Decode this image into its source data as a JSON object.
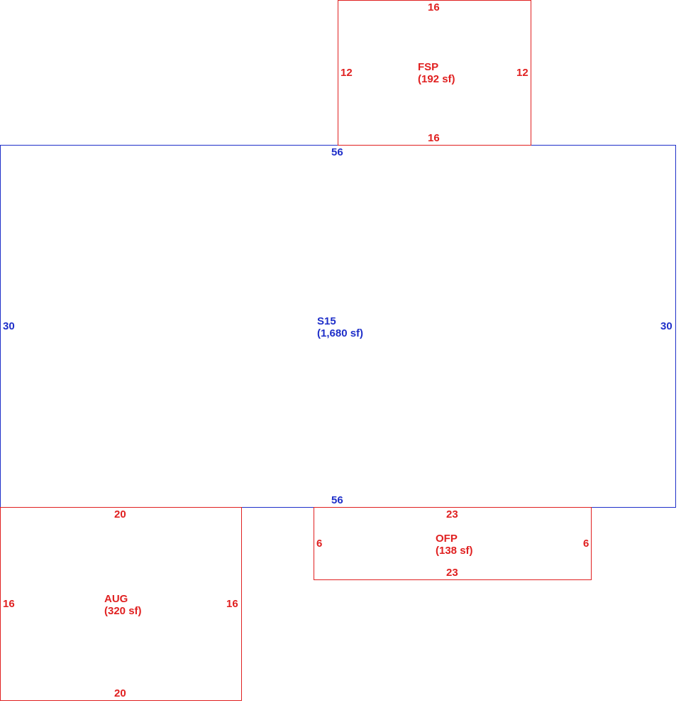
{
  "colors": {
    "addition": "#e02020",
    "main": "#1f2fc9"
  },
  "areas": {
    "fsp": {
      "code": "FSP",
      "area": "(192 sf)",
      "top": "16",
      "bottom": "16",
      "left": "12",
      "right": "12"
    },
    "s15": {
      "code": "S15",
      "area": "(1,680 sf)",
      "top": "56",
      "bottom": "56",
      "left": "30",
      "right": "30"
    },
    "aug": {
      "code": "AUG",
      "area": "(320 sf)",
      "top": "20",
      "bottom": "20",
      "left": "16",
      "right": "16"
    },
    "ofp": {
      "code": "OFP",
      "area": "(138 sf)",
      "top": "23",
      "bottom": "23",
      "left": "6",
      "right": "6"
    }
  }
}
